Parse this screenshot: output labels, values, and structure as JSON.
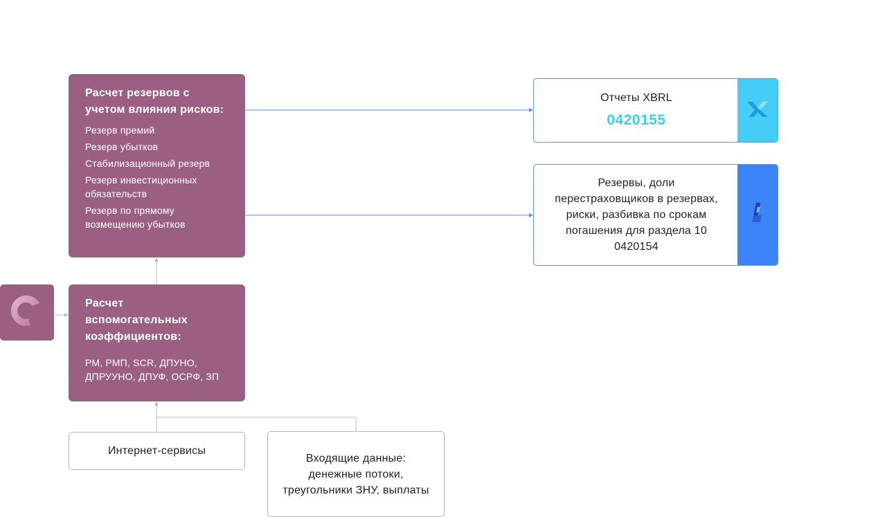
{
  "reserves_calc": {
    "title": "Расчет резервов с учетом влияния рисков:",
    "items": [
      "Резерв премий",
      "Резерв убытков",
      "Стабилизационный резерв",
      "Резерв инвестиционных обязательств",
      "Резерв по прямому возмещению убытков"
    ]
  },
  "coef_calc": {
    "title": "Расчет вспомогательных коэффициентов:",
    "body": "РМ, РМП, SCR, ДПУНО, ДПРУУНО, ДПУФ, ОСРФ, ЗП"
  },
  "outputs": {
    "xbrl": {
      "label": "Отчеты XBRL",
      "code": "0420155",
      "icon": "xbrl-logo-icon",
      "strip_color": "#45cdf8"
    },
    "reserves": {
      "text": "Резервы, доли перестраховщиков в резервах, риски, разбивка по срокам погашения для раздела 10 0420154",
      "icon": "service-logo-icon",
      "strip_color": "#3b83f7"
    }
  },
  "inputs": {
    "internet": "Интернет-сервисы",
    "incoming": "Входящие данные: денежные потоки, треугольники ЗНУ, выплаты"
  },
  "source_logo": {
    "icon": "c-logo-icon",
    "color": "#9b5f83"
  },
  "colors": {
    "purple": "#9b5f83",
    "blue_line": "#5b8ef0",
    "gray_line": "#b9b9c4",
    "accent_cyan": "#3ccdf2"
  }
}
